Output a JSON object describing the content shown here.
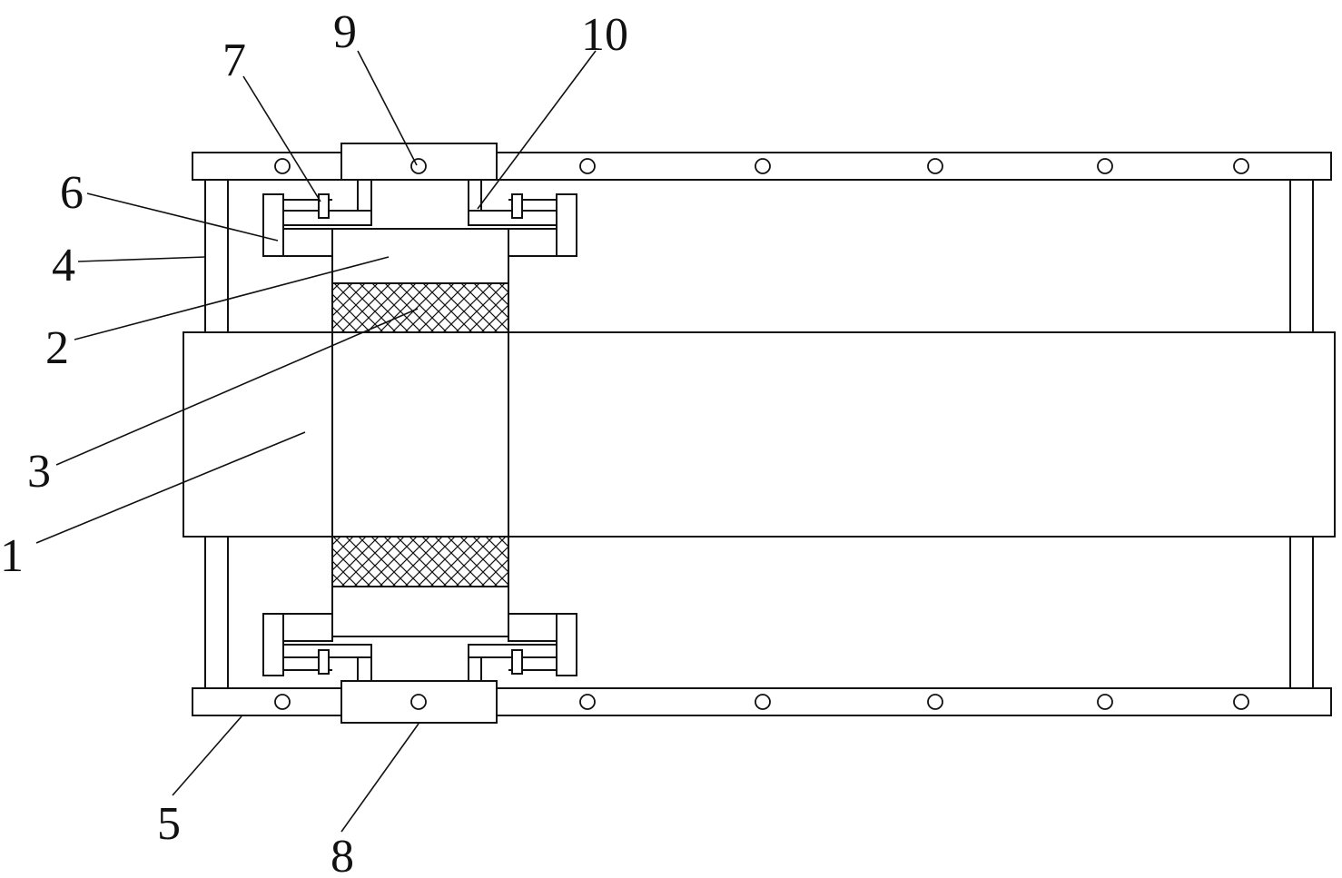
{
  "labels": {
    "n1": "1",
    "n2": "2",
    "n3": "3",
    "n4": "4",
    "n5": "5",
    "n6": "6",
    "n7": "7",
    "n8": "8",
    "n9": "9",
    "n10": "10"
  },
  "colors": {
    "line": "#111111",
    "background": "#ffffff"
  }
}
